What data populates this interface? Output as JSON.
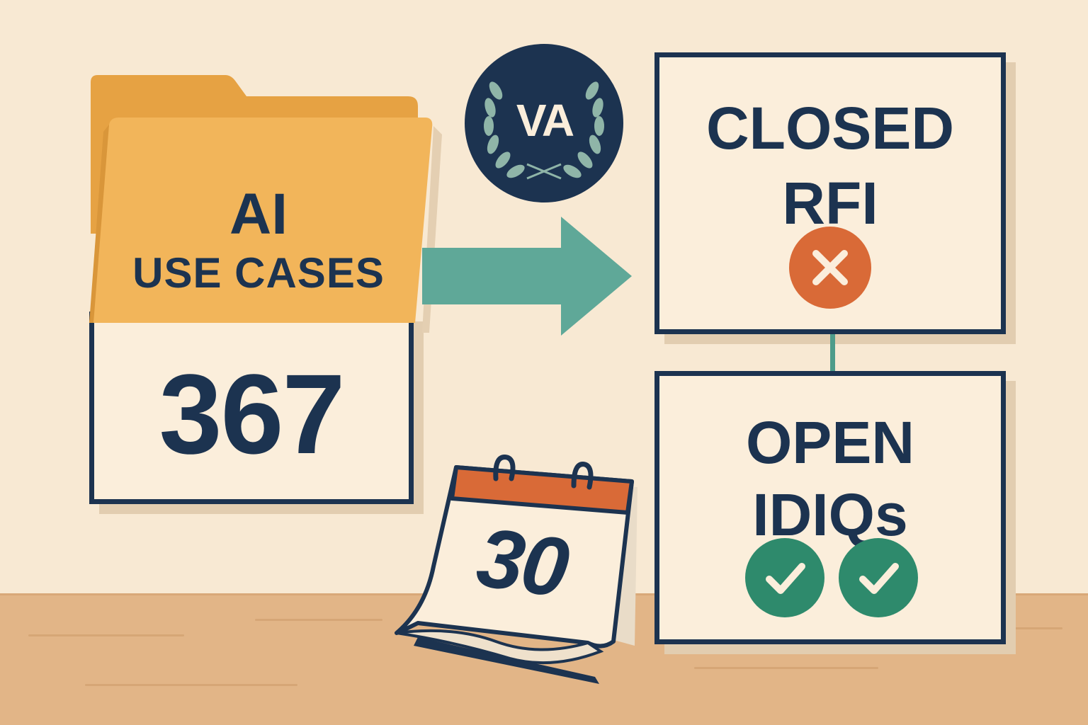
{
  "folder": {
    "title_line1": "AI",
    "title_line2": "USE CASES",
    "count": "367"
  },
  "seal": {
    "text": "VA"
  },
  "closed_card": {
    "title_line1": "CLOSED",
    "title_line2": "RFI",
    "icon": "x-icon"
  },
  "open_card": {
    "title_line1": "OPEN",
    "title_line2": "IDIQs",
    "icons": [
      "check-icon",
      "check-icon"
    ]
  },
  "calendar": {
    "day": "30"
  },
  "colors": {
    "background": "#f8e9d3",
    "navy": "#1c3350",
    "folder": "#f2b55a",
    "arrow": "#5fa898",
    "orange": "#d96a37",
    "green": "#2e8a6c",
    "desk": "#e2b587"
  }
}
